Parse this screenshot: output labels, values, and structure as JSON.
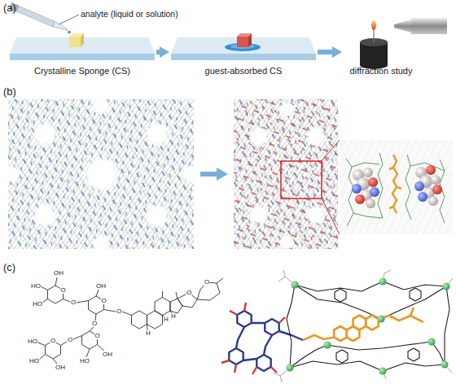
{
  "diagram": {
    "nodes": [
      {
        "text": [
          "Crystalline Sponge (CS)"
        ]
      },
      {
        "text": [
          "guest-absorbed CS"
        ]
      },
      {
        "text": [
          "diffraction study"
        ]
      }
    ],
    "edges": [
      {
        "from": 0,
        "to": 1,
        "arrow": "to"
      },
      {
        "from": 1,
        "to": 2,
        "arrow": "to"
      }
    ],
    "labels": [
      "(a)",
      "analyte (liquid or solution)",
      "(b)",
      "(c)",
      "OH",
      "HO",
      "O",
      "OH",
      "O",
      "O",
      "HO",
      "O",
      "O",
      "O",
      "O",
      "O",
      "HO",
      "OH",
      "HO",
      "HO",
      "OH",
      "O",
      "O",
      "H",
      "H",
      "H"
    ]
  }
}
